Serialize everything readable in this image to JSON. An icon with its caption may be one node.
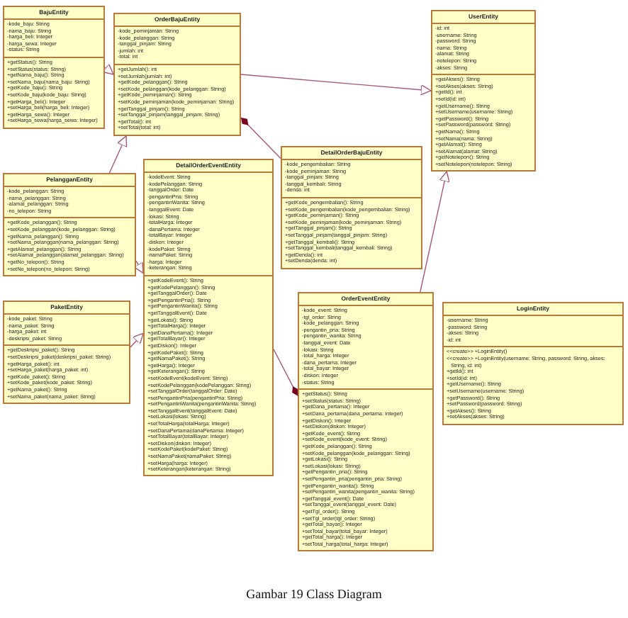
{
  "diagram": {
    "caption": "Gambar  19 Class Diagram",
    "nodes": [
      {
        "text": [
          "BajuEntity",
          "-kode_baju: String",
          "-nama_baju: String",
          "-harga_beli: Integer",
          "-harga_sewa: Integer",
          "-status: String",
          "+getStatus(): String",
          "+setStatus(status: String)",
          "+getNama_baju(): String",
          "+setNama_baju(nama_baju: String)",
          "+getKode_baju(): String",
          "+setKode_baju(kode_baju: String)",
          "+getHarga_beli(): Integer",
          "+setHarga_beli(harga_beli: Integer)",
          "+getHarga_sewa(): Integer",
          "+setHarga_sewa(harga_sewa: Integer)"
        ]
      },
      {
        "text": [
          "OrderBajuEntity",
          "-kode_peminjaman: String",
          "-kode_pelanggan: String",
          "-tanggal_pinjam: String",
          "-jumlah: int",
          "-total: int",
          "+getJumlah(): int",
          "+setJumlah(jumlah: int)",
          "+getKode_pelanggan(): String",
          "+setKode_pelanggan(kode_pelanggan: String)",
          "+getKode_peminjaman(): String",
          "+setKode_peminjaman(kode_peminjaman: String)",
          "+getTanggal_pinjam(): String",
          "+setTanggal_pinjam(tanggal_pinjam: String)",
          "+getTotal(): int",
          "+setTotal(total: int)"
        ]
      },
      {
        "text": [
          "UserEntity",
          "-id: int",
          "-username: String",
          "-password: String",
          "-nama: String",
          "-alamat: String",
          "-notelepon: String",
          "-akses: String",
          "+getAkses(): String",
          "+setAkses(akses: String)",
          "+getId(): int",
          "+setId(id: int)",
          "+getUsername(): String",
          "+setUsername(username: String)",
          "+getPassword(): String",
          "+setPassword(password: String)",
          "+getNama(): String",
          "+setNama(nama: String)",
          "+getAlamat(): String",
          "+setAlamat(alamat: String)",
          "+getNotelepon(): String",
          "+setNotelepon(notelepon: String)"
        ]
      },
      {
        "text": [
          "PelangganEntity",
          "-kode_pelanggan: String",
          "-nama_pelanggan: String",
          "-alamat_pelanggan: String",
          "-no_telepon: String",
          "+getKode_pelanggan(): String",
          "+setKode_pelanggan(kode_pelanggan: String)",
          "+getNama_pelanggan(): String",
          "+setNama_pelanggan(nama_pelanggan: String)",
          "+getAlamat_pelanggan(): String",
          "+setAlamat_pelanggan(alamat_pelanggan: String)",
          "+getNo_telepon(): String",
          "+setNo_telepon(no_telepon: String)"
        ]
      },
      {
        "text": [
          "DetailOrderBajuEntity",
          "-kode_pengembalian: String",
          "-kode_peminjaman: String",
          "-tanggal_pinjam: String",
          "-tanggal_kembali: String",
          "-denda: int",
          "+getKode_pengembalian(): String",
          "+setKode_pengembalian(kode_pengembalian: String)",
          "+getKode_peminjaman(): String",
          "+setKode_peminjaman(kode_peminjaman: String)",
          "+getTanggal_pinjam(): String",
          "+setTanggal_pinjam(tanggal_pinjam: String)",
          "+getTanggal_kembali(): String",
          "+setTanggal_kembali(tanggal_kembali: String)",
          "+getDenda(): int",
          "+setDenda(denda: int)"
        ]
      },
      {
        "text": [
          "DetailOrderEventEntity",
          "-kodeEvent: String",
          "-kodePelanggan: String",
          "-tanggalOrder: Date",
          "-pengantinPria: String",
          "-pengantinWanita: String",
          "-tanggalEvent: Date",
          "-lokasi: String",
          "-totalHarga: Integer",
          "-danaPertama: Integer",
          "-totalBayar: Integer",
          "-diskon: Integer",
          "-kodePaket: String",
          "-namaPaket: String",
          "-harga: Integer",
          "-keterangan: String",
          "+getKodeEvent(): String",
          "+getKodePelanggan(): String",
          "+getTanggalOrder(): Date",
          "+getPengantinPria(): String",
          "+getPengantinWanita(): String",
          "+getTanggalEvent(): Date",
          "+getLokasi(): String",
          "+getTotalHarga(): Integer",
          "+getDanaPertama(): Integer",
          "+getTotalBayar(): Integer",
          "+getDiskon(): Integer",
          "+getKodePaket(): String",
          "+getNamaPaket(): String",
          "+getHarga(): Integer",
          "+getKeterangan(): String",
          "+setKodeEvent(kodeEvent: String)",
          "+setKodePelanggan(kodePelanggan: String)",
          "+setTanggalOrder(tanggalOrder: Date)",
          "+setPengantinPria(pengantinPria: String)",
          "+setPengantinWanita(pengantinWanita: String)",
          "+setTanggalEvent(tanggalEvent: Date)",
          "+setLokasi(lokasi: String)",
          "+setTotalHarga(totalHarga: Integer)",
          "+setDanaPertama(danaPertama: Integer)",
          "+setTotalBayar(totalBayar: Integer)",
          "+setDiskon(diskon: Integer)",
          "+setKodePaket(kodePaket: String)",
          "+setNamaPaket(namaPaket: String)",
          "+setHarga(harga: Integer)",
          "+setKeterangan(keterangan: String)"
        ]
      },
      {
        "text": [
          "PaketEntity",
          "-kode_paket: String",
          "-nama_paket: String",
          "-harga_paket: int",
          "-deskripsi_paket: String",
          "+getDeskripsi_paket(): String",
          "+setDeskripsi_paket(deskripsi_paket: String)",
          "+getHarga_paket(): int",
          "+setHarga_paket(harga_paket: int)",
          "+getKode_paket(): String",
          "+setKode_paket(kode_paket: String)",
          "+getNama_paket(): String",
          "+setNama_paket(nama_paket: String)"
        ]
      },
      {
        "text": [
          "OrderEventEntity",
          "-kode_event: String",
          "-tgl_order: String",
          "-kode_pelanggan: String",
          "-pengantin_pria: String",
          "-pengantin_wanita: String",
          "-tanggal_event: Date",
          "-lokasi: String",
          "-total_harga: Integer",
          "-dana_pertama: Integer",
          "-total_bayar: Integer",
          "-diskon: Integer",
          "-status: String",
          "+getStatus(): String",
          "+setStatus(status: String)",
          "+getDana_pertama(): Integer",
          "+setDana_pertama(dana_pertama: Integer)",
          "+getDiskon(): Integer",
          "+setDiskon(diskon: Integer)",
          "+getKode_event(): String",
          "+setKode_event(kode_event: String)",
          "+getKode_pelanggan(): String",
          "+setKode_pelanggan(kode_pelanggan: String)",
          "+getLokasi(): String",
          "+setLokasi(lokasi: String)",
          "+getPengantin_pria(): String",
          "+setPengantin_pria(pengantin_pria: String)",
          "+getPengantin_wanita(): String",
          "+setPengantin_wanita(pengantin_wanita: String)",
          "+getTanggal_event(): Date",
          "+setTanggal_event(tanggal_event: Date)",
          "+getTgl_order(): String",
          "+setTgl_order(tgl_order: String)",
          "+getTotal_bayar(): Integer",
          "+setTotal_bayar(total_bayar: Integer)",
          "+getTotal_harga(): Integer",
          "+setTotal_harga(total_harga: Integer)"
        ]
      },
      {
        "text": [
          "LoginEntity",
          "-username: String",
          "-password: String",
          "-akses: String",
          "-id: int",
          "<<create>> +LoginEntity()",
          "<<create>> +LoginEntity(username: String, password: String, akses: String, id: int)",
          "+getId(): int",
          "+setId(id: int)",
          "+getUsername(): String",
          "+setUsername(username: String)",
          "+getPassword(): String",
          "+setPassword(password: String)",
          "+getAkses(): String",
          "+setAkses(akses: String)"
        ]
      }
    ],
    "edges": [
      {
        "from": 0,
        "to": 1,
        "arrow": "to"
      },
      {
        "from": 1,
        "to": 2,
        "arrow": "to"
      },
      {
        "from": 3,
        "to": 1,
        "arrow": "to"
      },
      {
        "from": 1,
        "to": 4,
        "arrow": "other"
      },
      {
        "from": 3,
        "to": 5,
        "arrow": "to"
      },
      {
        "from": 6,
        "to": 5,
        "arrow": "to"
      },
      {
        "from": 7,
        "to": 5,
        "arrow": "other"
      },
      {
        "from": 7,
        "to": 2,
        "arrow": "to"
      }
    ]
  }
}
